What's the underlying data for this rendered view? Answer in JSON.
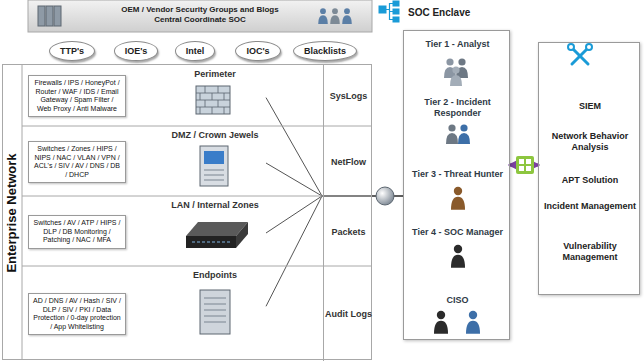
{
  "diagram": {
    "nodes": [
      {
        "text": [
          "OEM / Vendor Security Groups and Blogs",
          "Central Coordinate SOC"
        ]
      },
      {
        "text": [
          "TTP's"
        ]
      },
      {
        "text": [
          "IOE's"
        ]
      },
      {
        "text": [
          "Intel"
        ]
      },
      {
        "text": [
          "IOC's"
        ]
      },
      {
        "text": [
          "Blacklists"
        ]
      },
      {
        "text": [
          "Enterprise Network"
        ]
      },
      {
        "text": [
          "Firewalls / IPS / HoneyPot / Router / WAF / IDS / Email Gateway / Spam Filter / Web Proxy / Anti Malware"
        ],
        "in": 6
      },
      {
        "text": [
          "Perimeter"
        ],
        "in": 6
      },
      {
        "text": [
          "SysLogs"
        ],
        "in": 6
      },
      {
        "text": [
          "Switches / Zones / HIPS / NIPS / NAC / VLAN / VPN / ACL's / SIV / AV / DNS / DB / DHCP"
        ],
        "in": 6
      },
      {
        "text": [
          "DMZ / Crown Jewels"
        ],
        "in": 6
      },
      {
        "text": [
          "NetFlow"
        ],
        "in": 6
      },
      {
        "text": [
          "Switches / AV / ATP / HIPS / DLP / DB Monitoring / Patching / NAC / MFA"
        ],
        "in": 6
      },
      {
        "text": [
          "LAN / Internal Zones"
        ],
        "in": 6
      },
      {
        "text": [
          "Packets"
        ],
        "in": 6
      },
      {
        "text": [
          "AD / DNS / AV / Hash / SIV / DLP / SIV / PKI / Data Protection / 0-day protection / App Whitelisting"
        ],
        "in": 6
      },
      {
        "text": [
          "Endpoints"
        ],
        "in": 6
      },
      {
        "text": [
          "Audit Logs"
        ],
        "in": 6
      },
      {
        "text": [
          "SOC Enclave"
        ]
      },
      {
        "text": [
          "Tier 1 - Analyst"
        ],
        "in": 19
      },
      {
        "text": [
          "Tier 2 - Incident Responder"
        ],
        "in": 19
      },
      {
        "text": [
          "Tier 3 - Threat Hunter"
        ],
        "in": 19
      },
      {
        "text": [
          "Tier 4 - SOC Manager"
        ],
        "in": 19
      },
      {
        "text": [
          "CISO"
        ],
        "in": 19
      },
      {
        "text": []
      },
      {
        "text": [
          "SIEM"
        ],
        "in": 25
      },
      {
        "text": [
          "Network Behavior Analysis"
        ],
        "in": 25
      },
      {
        "text": [
          "APT Solution"
        ],
        "in": 25
      },
      {
        "text": [
          "Incident Management"
        ],
        "in": 25
      },
      {
        "text": [
          "Vulnerability Management"
        ],
        "in": 25
      }
    ],
    "edges": [
      {
        "from": 8,
        "to": 19,
        "arrow": "none"
      },
      {
        "from": 11,
        "to": 19,
        "arrow": "none"
      },
      {
        "from": 14,
        "to": 19,
        "arrow": "none"
      },
      {
        "from": 17,
        "to": 19,
        "arrow": "none"
      },
      {
        "from": 19,
        "to": 25,
        "arrow": "both"
      }
    ]
  }
}
